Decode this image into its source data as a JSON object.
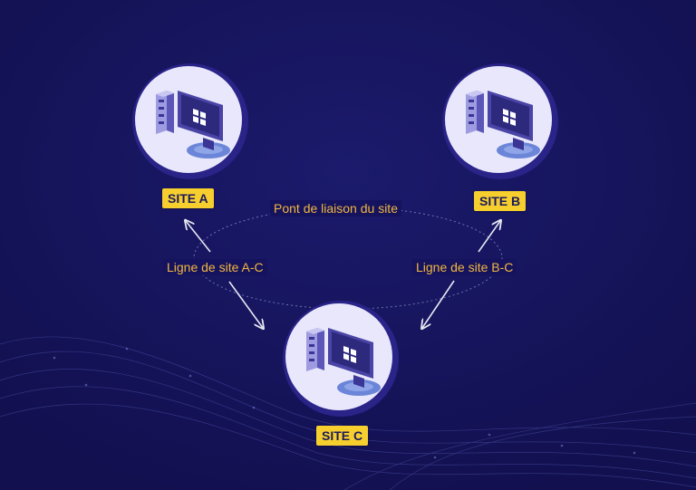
{
  "sites": [
    {
      "id": "A",
      "label": "SITE A",
      "icon": "server-computer-icon"
    },
    {
      "id": "B",
      "label": "SITE B",
      "icon": "server-computer-icon"
    },
    {
      "id": "C",
      "label": "SITE C",
      "icon": "server-computer-icon"
    }
  ],
  "links": {
    "bridge": "Pont de liaison du site",
    "ac": "Ligne de site A-C",
    "bc": "Ligne de site B-C"
  },
  "colors": {
    "background": "#15135e",
    "badge": "#f6cf2f",
    "label_text": "#f2b63f",
    "arrow": "#e6e7f2",
    "node_ring": "#2a2388",
    "node_fill": "#e8e7fb",
    "monitor": "#3b3596",
    "monitor_base": "#6b86d8",
    "tower_front": "#9e9be0"
  }
}
